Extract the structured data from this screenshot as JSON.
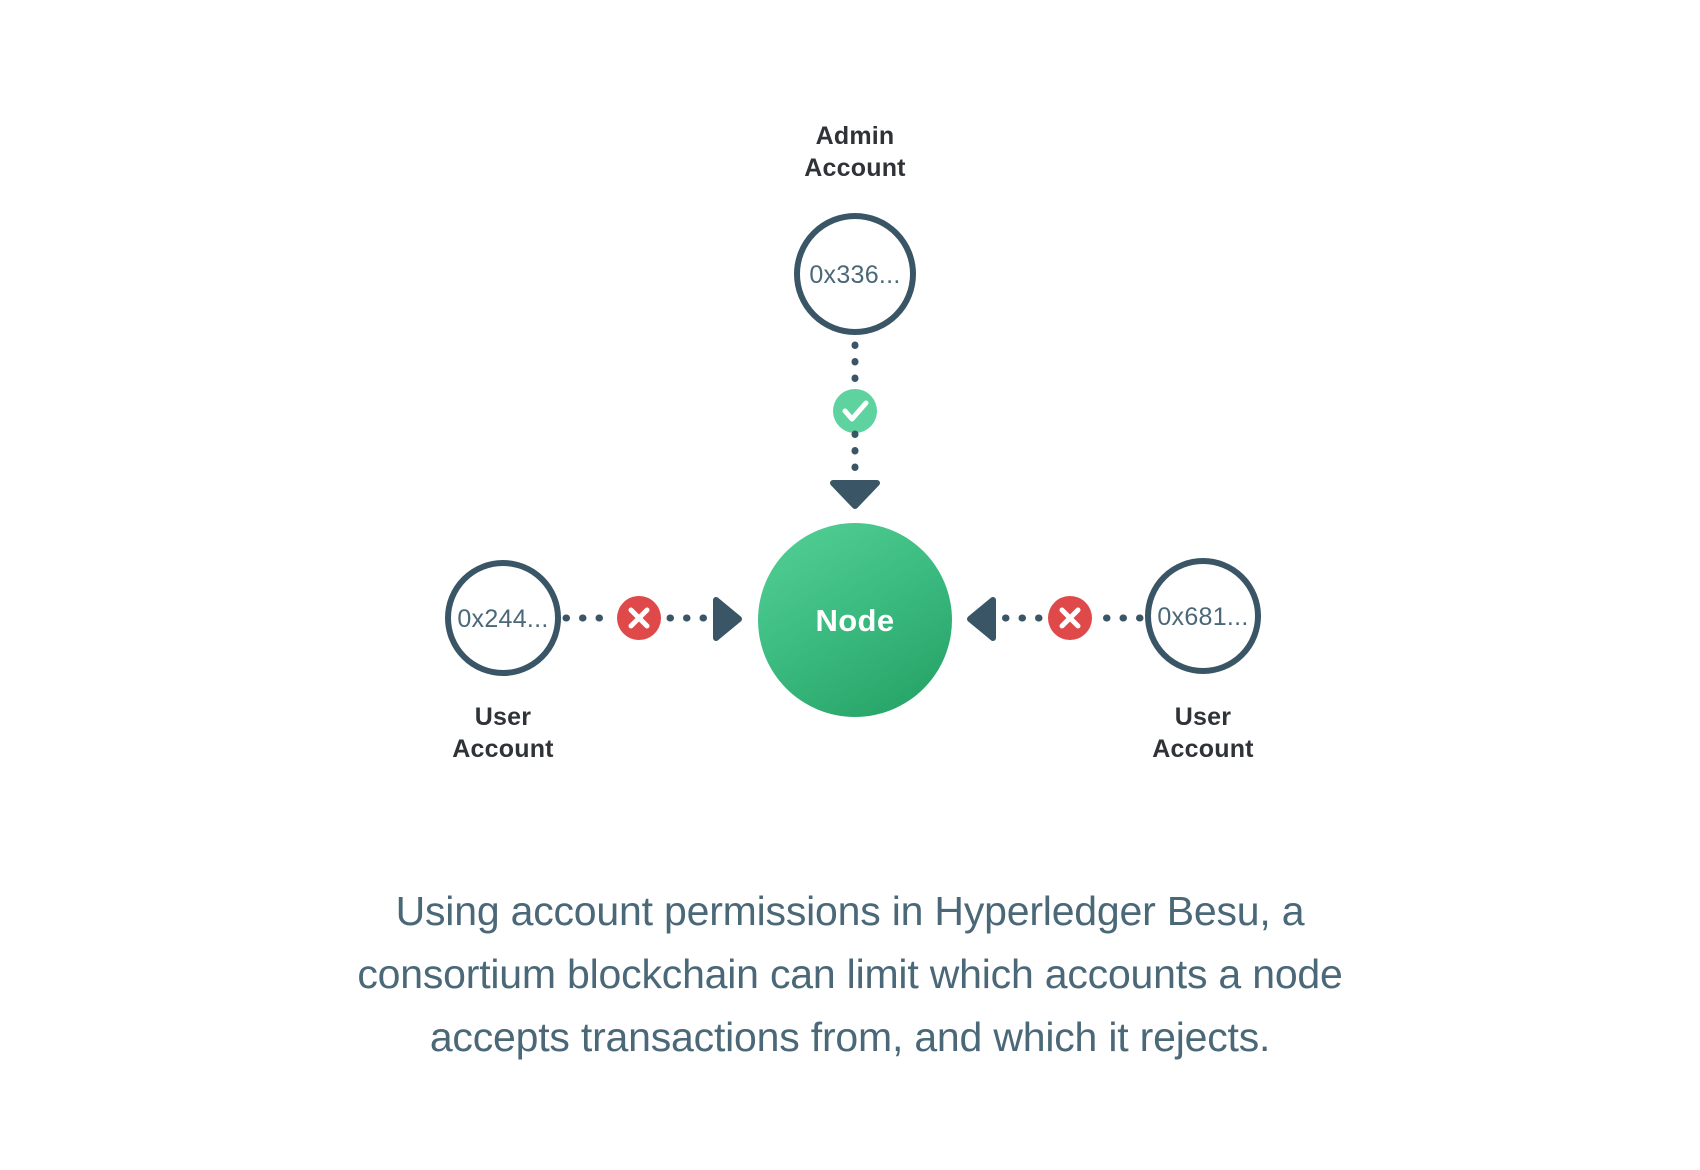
{
  "diagram": {
    "type": "node-permissions",
    "background_color": "#ffffff",
    "palette": {
      "slate": "#3a5666",
      "slate_text": "#4a6878",
      "dark_text": "#2f3337",
      "node_green_light": "#4fcb90",
      "node_green_dark": "#2aa86b",
      "allow_green": "#5ed3a0",
      "deny_red": "#e0494a",
      "white": "#ffffff"
    },
    "admin": {
      "role_label_line1": "Admin",
      "role_label_line2": "Account",
      "address": "0x336...",
      "connection": {
        "status": "allowed",
        "badge_icon": "check-icon",
        "badge_color": "#5ed3a0",
        "direction": "down",
        "line_style": "dotted"
      }
    },
    "node": {
      "label": "Node",
      "shape": "circle",
      "fill": "gradient-green"
    },
    "users": [
      {
        "side": "left",
        "address": "0x244...",
        "role_label_line1": "User",
        "role_label_line2": "Account",
        "connection": {
          "status": "denied",
          "badge_icon": "close-icon",
          "badge_color": "#e0494a",
          "direction": "right",
          "line_style": "dotted"
        }
      },
      {
        "side": "right",
        "address": "0x681...",
        "role_label_line1": "User",
        "role_label_line2": "Account",
        "connection": {
          "status": "denied",
          "badge_icon": "close-icon",
          "badge_color": "#e0494a",
          "direction": "left",
          "line_style": "dotted"
        }
      }
    ]
  },
  "caption": {
    "line1": "Using account permissions in Hyperledger Besu, a",
    "line2": "consortium blockchain can limit which accounts a node",
    "line3": "accepts transactions from, and which it rejects."
  }
}
